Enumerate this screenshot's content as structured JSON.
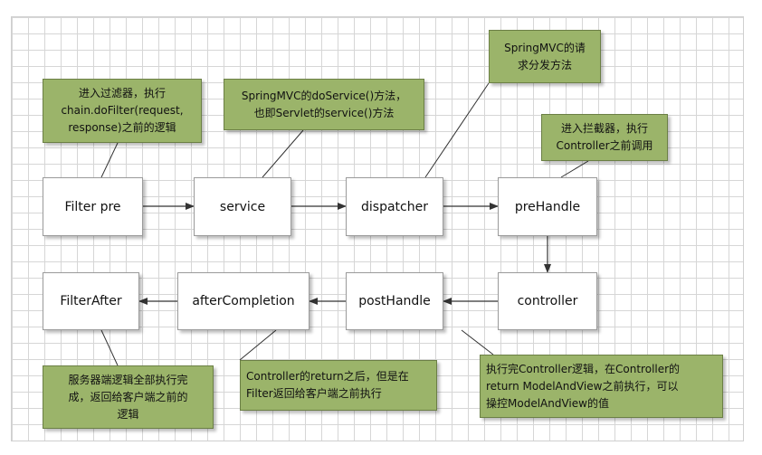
{
  "nodes": {
    "filter_pre": "Filter pre",
    "service": "service",
    "dispatcher": "dispatcher",
    "pre_handle": "preHandle",
    "controller": "controller",
    "post_handle": "postHandle",
    "after_completion": "afterCompletion",
    "filter_after": "FilterAfter"
  },
  "notes": {
    "filter_pre_note": "进入过滤器，执行\nchain.doFilter(request,\nresponse)之前的逻辑",
    "service_note": "SpringMVC的doService()方法，\n也即Servlet的service()方法",
    "dispatcher_note": "SpringMVC的请\n求分发方法",
    "pre_handle_note": "进入拦截器，执行\nController之前调用",
    "filter_after_note": "服务器端逻辑全部执行完\n成，返回给客户端之前的\n逻辑",
    "after_completion_note": "Controller的return之后，但是在\nFilter返回给客户端之前执行",
    "post_handle_note": "执行完Controller逻辑，在Controller的\nreturn ModelAndView之前执行，可以\n操控ModelAndView的值"
  },
  "colors": {
    "note_fill": "#9bb46a",
    "node_fill": "#ffffff",
    "line": "#333333"
  }
}
